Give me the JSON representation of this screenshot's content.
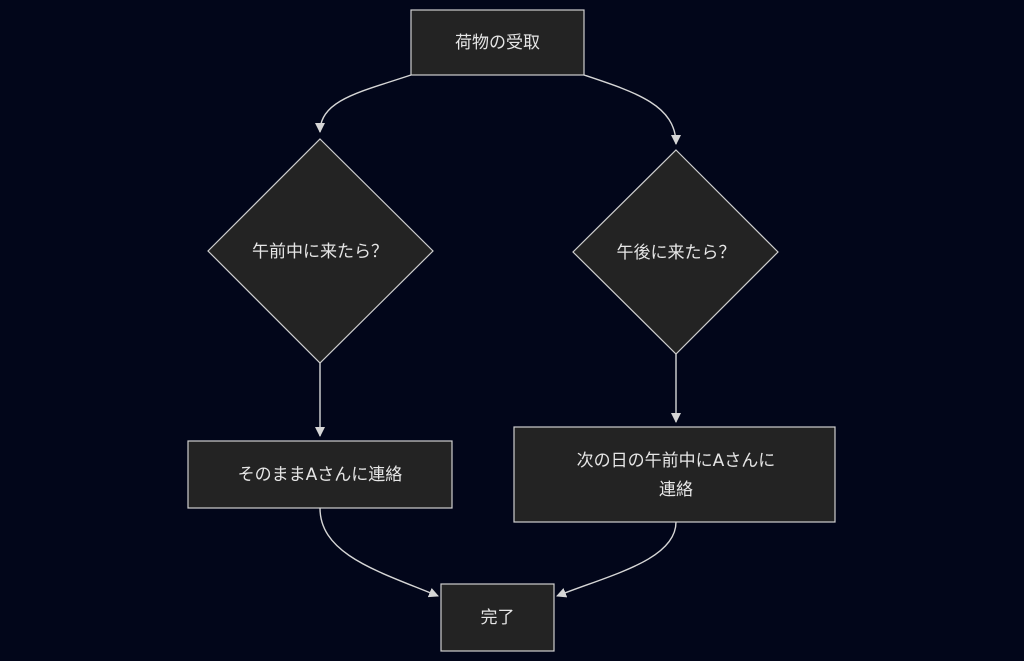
{
  "diagram": {
    "type": "flowchart",
    "colors": {
      "background": "#02061a",
      "node_fill": "#232323",
      "node_stroke": "#cfcfcf",
      "edge": "#d6d6d6",
      "text": "#e6e6e6"
    },
    "nodes": {
      "start": {
        "label": "荷物の受取",
        "shape": "rectangle"
      },
      "morning_decision": {
        "label": "午前中に来たら？",
        "shape": "diamond"
      },
      "afternoon_decision": {
        "label": "午後に来たら？",
        "shape": "diamond"
      },
      "contact_now": {
        "label": "そのままAさんに連絡",
        "shape": "rectangle"
      },
      "contact_next_day": {
        "lines": [
          "次の日の午前中にAさんに",
          "連絡"
        ],
        "shape": "rectangle"
      },
      "done": {
        "label": "完了",
        "shape": "rectangle"
      }
    },
    "edges": [
      {
        "from": "start",
        "to": "morning_decision"
      },
      {
        "from": "start",
        "to": "afternoon_decision"
      },
      {
        "from": "morning_decision",
        "to": "contact_now"
      },
      {
        "from": "afternoon_decision",
        "to": "contact_next_day"
      },
      {
        "from": "contact_now",
        "to": "done"
      },
      {
        "from": "contact_next_day",
        "to": "done"
      }
    ]
  }
}
